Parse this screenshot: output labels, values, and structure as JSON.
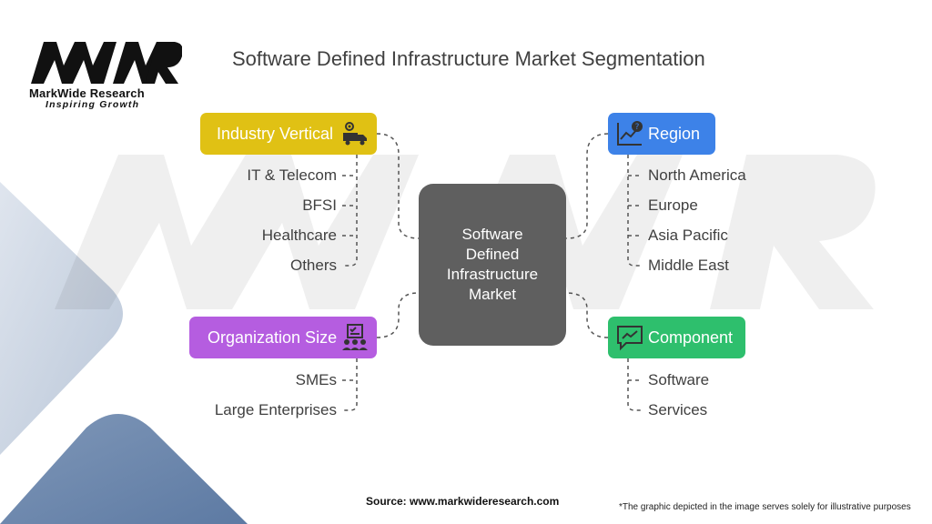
{
  "brand": {
    "logo_text": "MWR",
    "name": "MarkWide Research",
    "tagline": "Inspiring Growth"
  },
  "title": "Software Defined Infrastructure Market Segmentation",
  "center": "Software Defined Infrastructure Market",
  "categories": {
    "industry": {
      "label": "Industry Vertical",
      "color": "#e0c114",
      "icon": "truck-gear-icon",
      "items": [
        "IT & Telecom",
        "BFSI",
        "Healthcare",
        "Others"
      ]
    },
    "org": {
      "label": "Organization Size",
      "color": "#b55de0",
      "icon": "team-checklist-icon",
      "items": [
        "SMEs",
        "Large Enterprises"
      ]
    },
    "region": {
      "label": "Region",
      "color": "#3d82e8",
      "icon": "chart-question-icon",
      "items": [
        "North America",
        "Europe",
        "Asia Pacific",
        "Middle East"
      ]
    },
    "component": {
      "label": "Component",
      "color": "#2ebf6d",
      "icon": "chat-chart-icon",
      "items": [
        "Software",
        "Services"
      ]
    }
  },
  "source": "Source: www.markwideresearch.com",
  "note": "*The graphic depicted in the image serves solely for illustrative purposes"
}
